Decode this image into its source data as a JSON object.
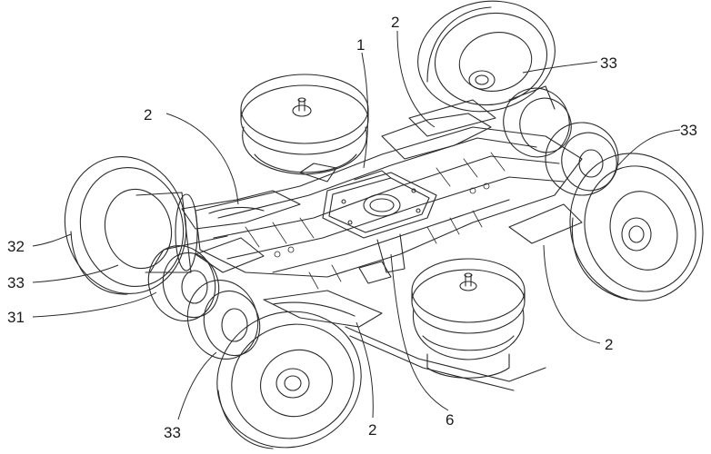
{
  "figure": {
    "callouts": [
      {
        "id": "c-2-top",
        "text": "2"
      },
      {
        "id": "c-1",
        "text": "1"
      },
      {
        "id": "c-33-top-right",
        "text": "33"
      },
      {
        "id": "c-2-left",
        "text": "2"
      },
      {
        "id": "c-33-right",
        "text": "33"
      },
      {
        "id": "c-32",
        "text": "32"
      },
      {
        "id": "c-33-left",
        "text": "33"
      },
      {
        "id": "c-31",
        "text": "31"
      },
      {
        "id": "c-2-right",
        "text": "2"
      },
      {
        "id": "c-33-bottom",
        "text": "33"
      },
      {
        "id": "c-2-bottom",
        "text": "2"
      },
      {
        "id": "c-6",
        "text": "6"
      }
    ]
  }
}
